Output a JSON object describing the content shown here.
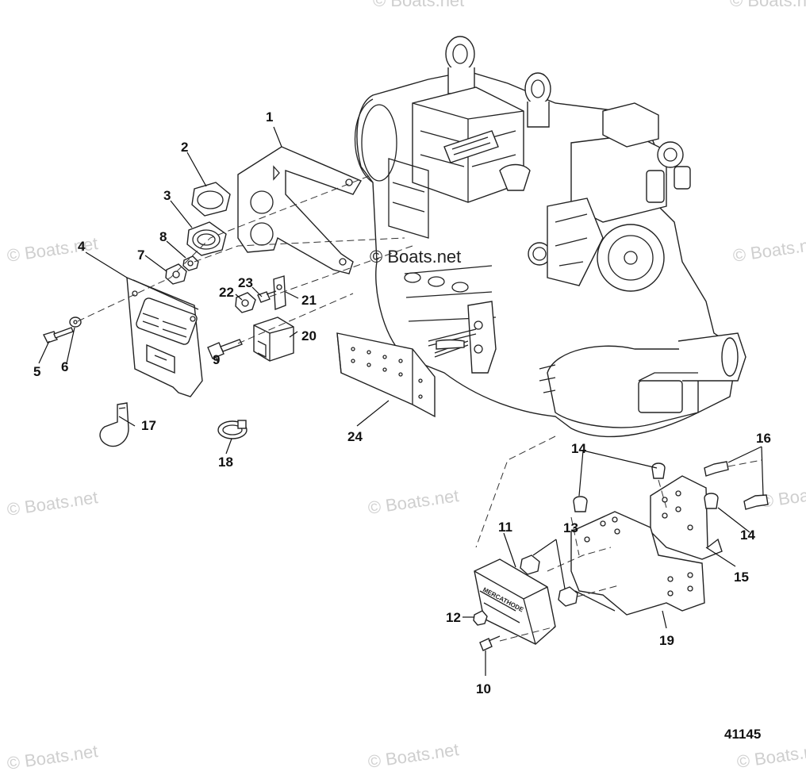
{
  "diagram_id": "41145",
  "watermark": "© Boats.net",
  "callouts": [
    "1",
    "2",
    "3",
    "4",
    "5",
    "6",
    "7",
    "8",
    "9",
    "10",
    "11",
    "12",
    "13",
    "14",
    "14",
    "15",
    "16",
    "17",
    "18",
    "19",
    "20",
    "21",
    "22",
    "23",
    "24"
  ],
  "module_label": "MERCATHODE"
}
